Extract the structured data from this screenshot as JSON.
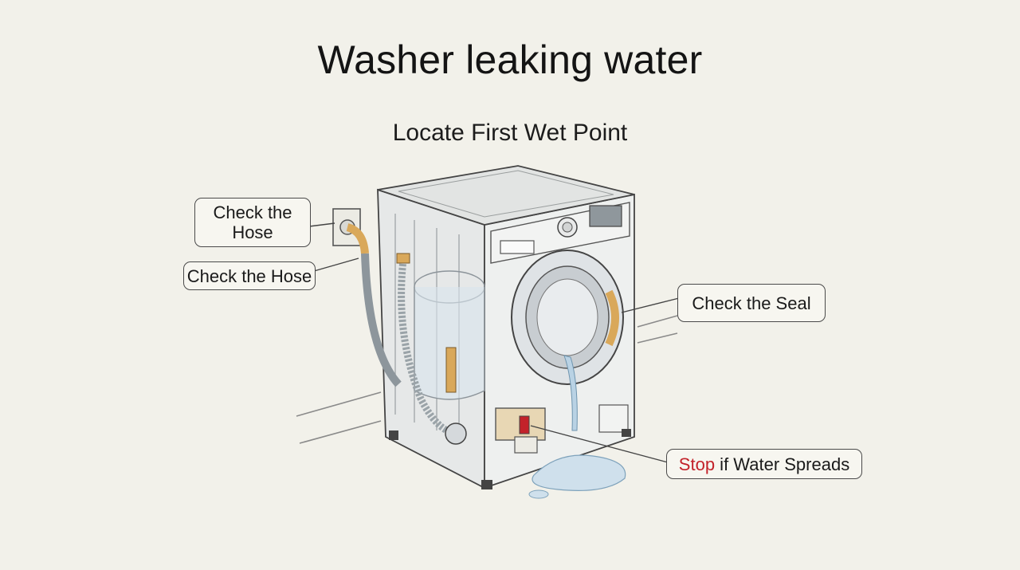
{
  "title": "Washer leaking water",
  "subtitle": "Locate First Wet Point",
  "callouts": {
    "hose_top": "Check the Hose",
    "hose_bottom": "Check the Hose",
    "seal": "Check the Seal",
    "stop_word": "Stop",
    "stop_rest": " if Water Spreads"
  },
  "colors": {
    "stop_red": "#c3222a",
    "hose_brass": "#d9a85a",
    "water_blue": "#b9d2e4"
  }
}
